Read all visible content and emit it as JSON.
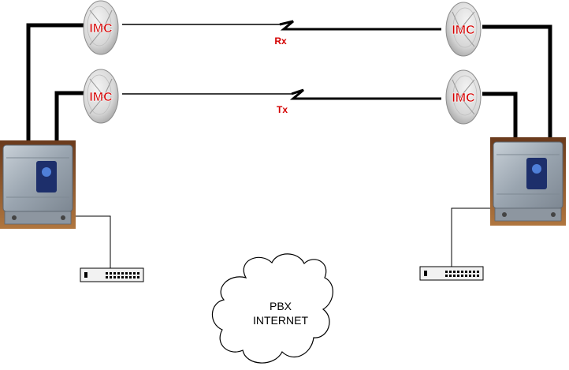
{
  "diagram": {
    "links": {
      "top": {
        "label": "Rx"
      },
      "bottom": {
        "label": "Tx"
      }
    },
    "dishes": [
      {
        "brand": "IMC"
      },
      {
        "brand": "IMC"
      },
      {
        "brand": "IMC"
      },
      {
        "brand": "IMC"
      }
    ],
    "cloud": {
      "line1": "PBX",
      "line2": "INTERNET"
    },
    "colors": {
      "cable": "#000000",
      "brand": "#d40000",
      "link_label": "#d40000",
      "dish": "#d9d9d9",
      "odu_body": "#a9b3bd"
    },
    "icons": [
      "parabolic-dish-icon",
      "outdoor-radio-unit-icon",
      "network-switch-icon",
      "cloud-icon"
    ]
  }
}
